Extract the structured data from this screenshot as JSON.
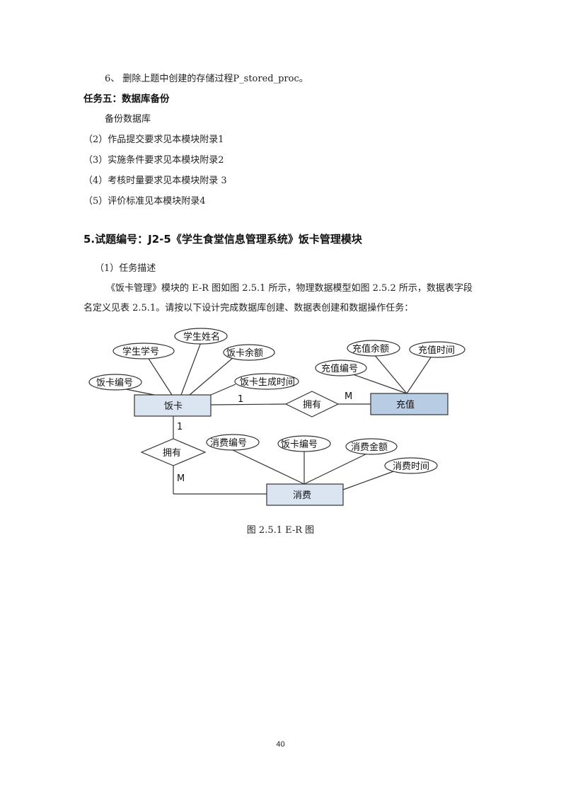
{
  "lines": {
    "item6": "6、 删除上题中创建的存储过程P_stored_proc。",
    "task5_title": "任务五：数据库备份",
    "backup": "备份数据库",
    "req2": "（2）作品提交要求见本模块附录1",
    "req3": "（3）实施条件要求见本模块附录2",
    "req4": "（4）考核时量要求见本模块附录 3",
    "req5": "（5）评价标准见本模块附录4"
  },
  "section": {
    "title": "5.试题编号：J2-5《学生食堂信息管理系统》饭卡管理模块",
    "task_desc": "（1）任务描述",
    "paragraph": "《饭卡管理》模块的 E-R 图如图 2.5.1 所示，物理数据模型如图 2.5.2 所示，数据表字段名定义见表 2.5.1。请按以下设计完成数据库创建、数据表创建和数据操作任务："
  },
  "er_diagram": {
    "entities": {
      "card": "饭卡",
      "recharge": "充值",
      "consume": "消费"
    },
    "relationships": {
      "card_recharge": "拥有",
      "card_consume": "拥有"
    },
    "cardinalities": {
      "card_recharge_one": "1",
      "card_recharge_many": "M",
      "card_consume_one": "1",
      "card_consume_many": "M"
    },
    "attributes": {
      "card_student_no": "学生学号",
      "card_student_name": "学生姓名",
      "card_balance": "饭卡余额",
      "card_no": "饭卡编号",
      "card_created_time": "饭卡生成时间",
      "recharge_no": "充值编号",
      "recharge_amount": "充值余额",
      "recharge_time": "充值时间",
      "consume_no": "消费编号",
      "consume_card_no": "饭卡编号",
      "consume_amount": "消费金额",
      "consume_time": "消费时间"
    }
  },
  "caption": "图 2.5.1  E-R 图",
  "page_number": "40",
  "colors": {
    "entity_fill_light": "#dbe5f1",
    "entity_fill_dark": "#b8cce4",
    "stroke": "#333333"
  }
}
